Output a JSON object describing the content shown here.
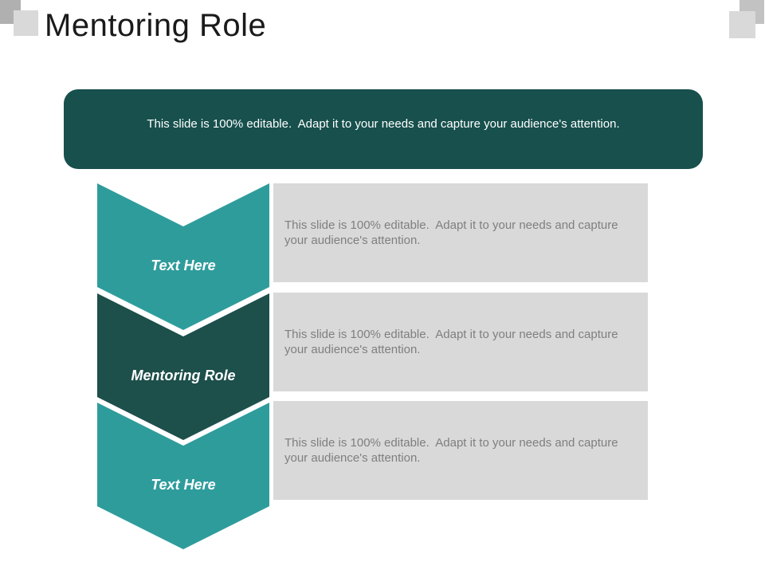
{
  "slide": {
    "title": "Mentoring Role",
    "banner_text": "This slide is 100% editable.  Adapt it to your needs and capture your audience's attention.",
    "steps": [
      {
        "label": "Text Here",
        "description": "This slide is 100% editable.  Adapt it to your needs and capture your audience's attention.",
        "color": "#2f9c9c"
      },
      {
        "label": "Mentoring Role",
        "description": "This slide is 100% editable.  Adapt it to your needs and capture your audience's attention.",
        "color": "#1d4f4b"
      },
      {
        "label": "Text Here",
        "description": "This slide is 100% editable.  Adapt it to your needs and capture your audience's attention.",
        "color": "#2f9c9c"
      }
    ],
    "colors": {
      "banner_bg": "#17504d",
      "chevron_teal": "#2f9c9c",
      "chevron_dark_teal": "#1d4f4b",
      "description_box_bg": "#d9d9d9",
      "description_text": "#7f7f7f",
      "title_text": "#1a1a1a",
      "corner_square_dark": "#b0b0b0",
      "corner_square_light": "#d9d9d9"
    }
  }
}
